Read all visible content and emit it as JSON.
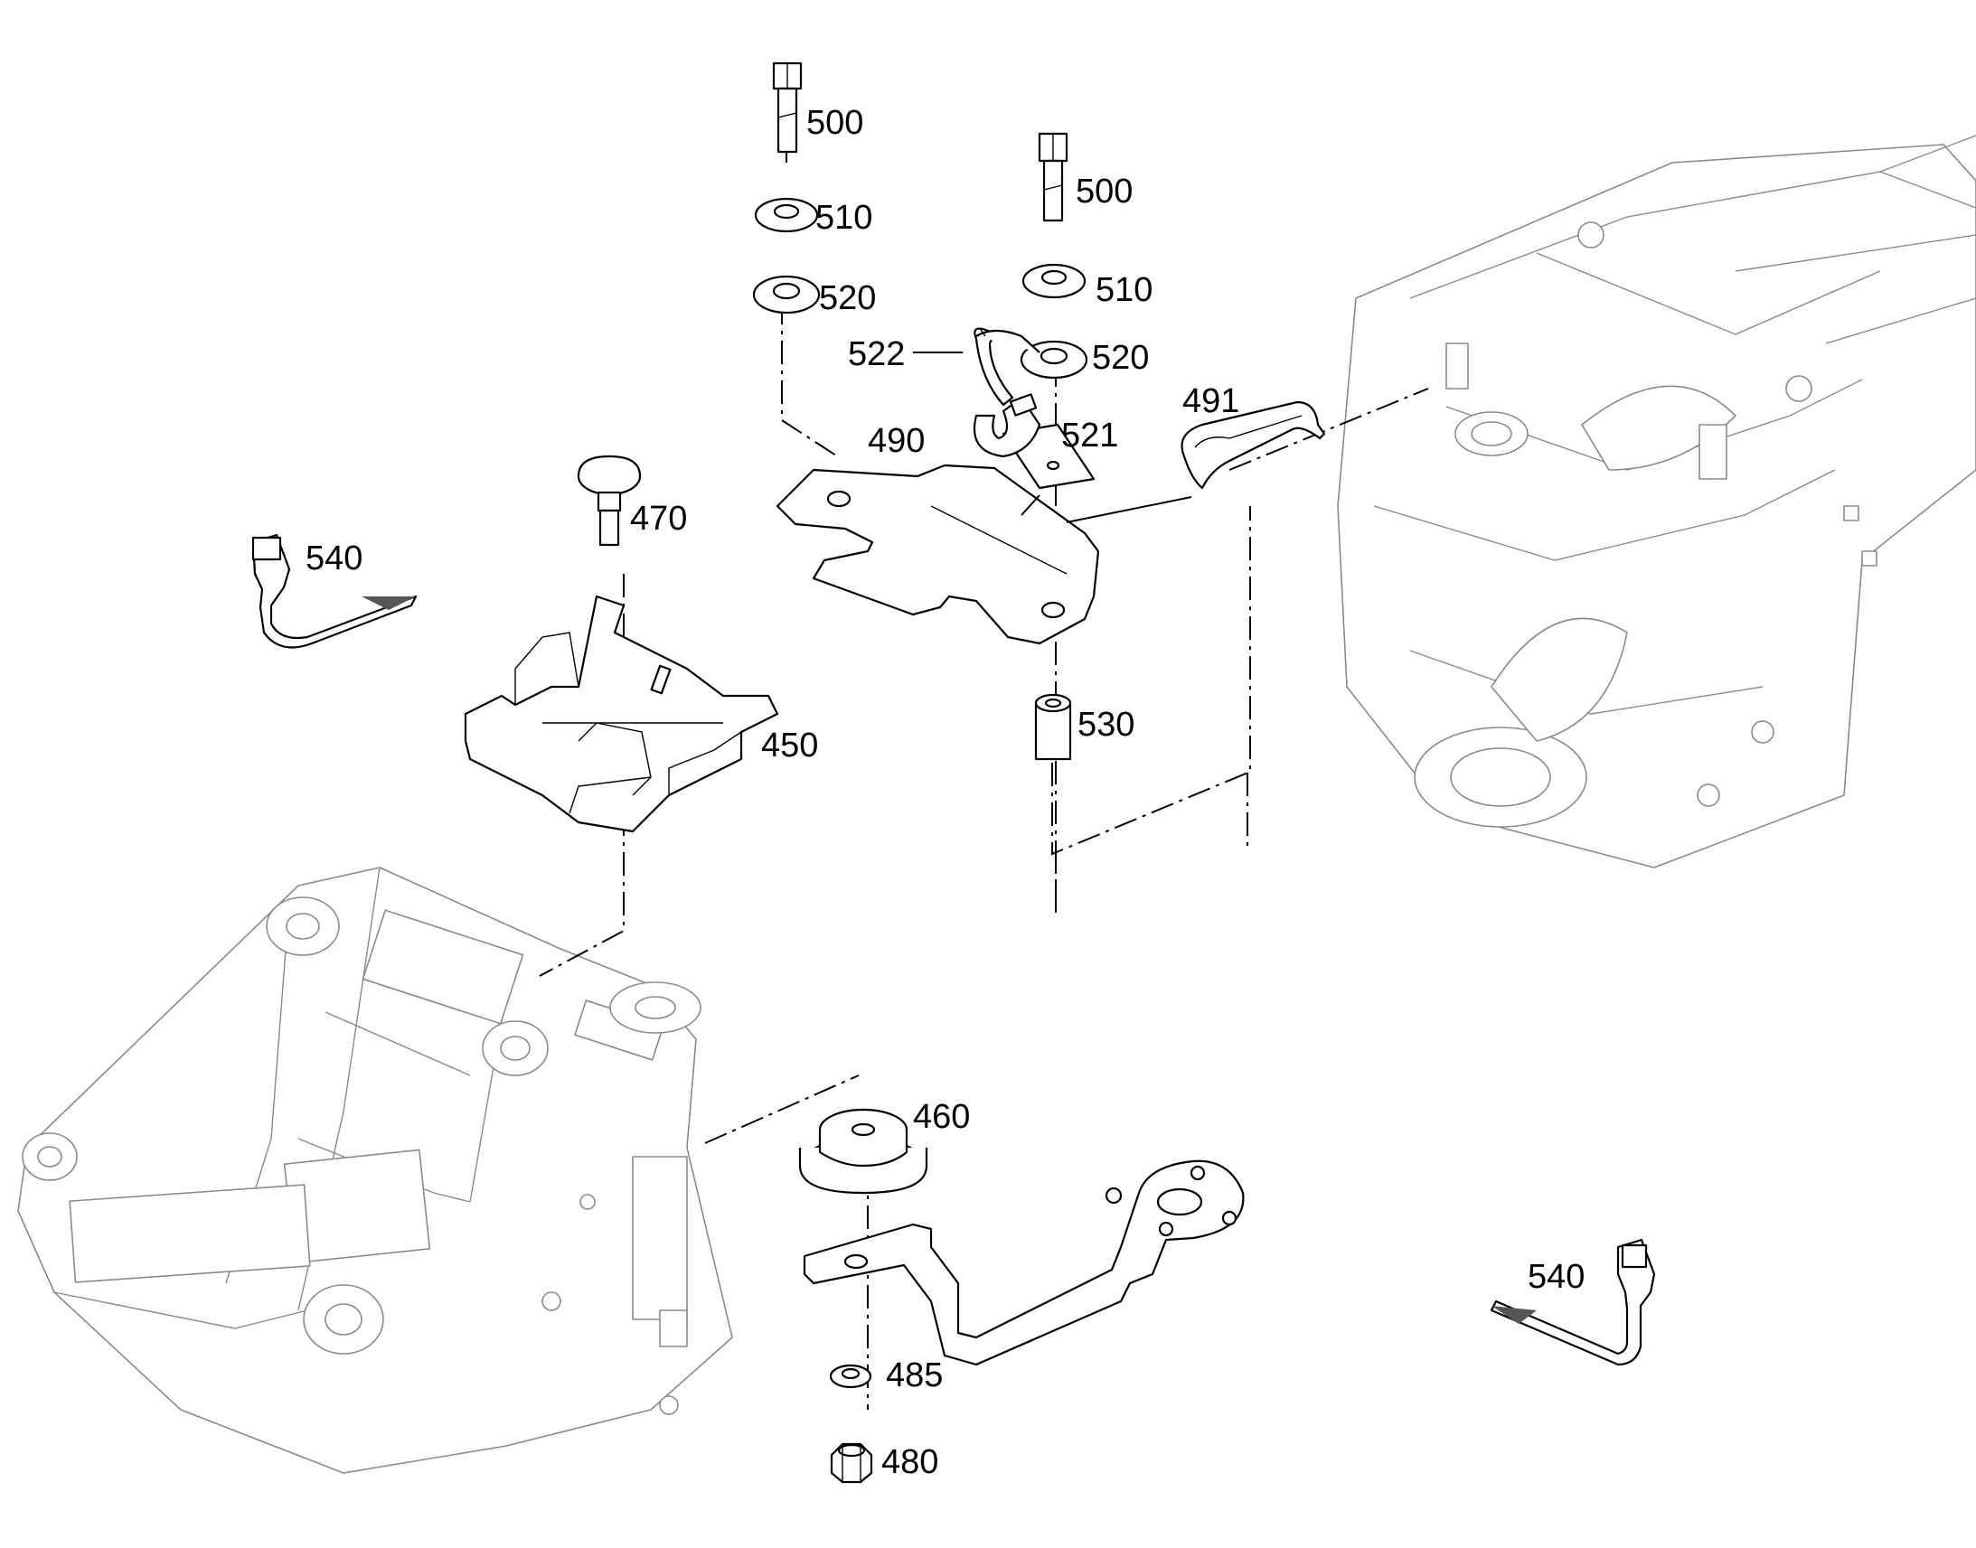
{
  "callouts": {
    "c500a": "500",
    "c510a": "510",
    "c520a": "520",
    "c500b": "500",
    "c510b": "510",
    "c520b": "520",
    "c522": "522",
    "c521": "521",
    "c490": "490",
    "c491": "491",
    "c470": "470",
    "c540a": "540",
    "c450": "450",
    "c530": "530",
    "c460": "460",
    "c485": "485",
    "c480": "480",
    "c540b": "540"
  },
  "colors": {
    "line": "#000000",
    "background": "#ffffff",
    "background_assembly": "#8a8a8a"
  }
}
